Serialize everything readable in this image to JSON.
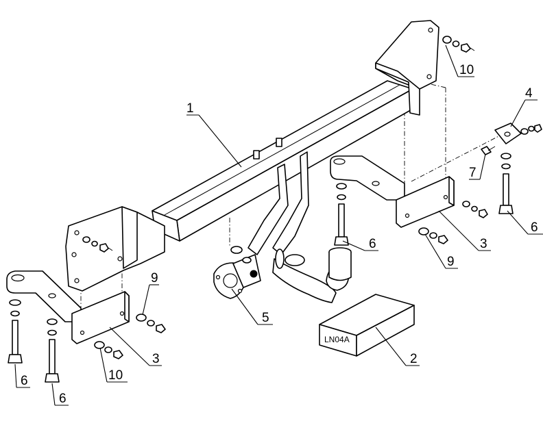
{
  "diagram": {
    "labels": {
      "part_1": "1",
      "part_2": "2",
      "part_3_left": "3",
      "part_3_right": "3",
      "part_4": "4",
      "part_5": "5",
      "part_6_left_a": "6",
      "part_6_left_b": "6",
      "part_6_center": "6",
      "part_6_right": "6",
      "part_7": "7",
      "part_9_left": "9",
      "part_9_right": "9",
      "part_10_top": "10",
      "part_10_bottom": "10"
    },
    "wiring_box_text": "LN04A"
  }
}
